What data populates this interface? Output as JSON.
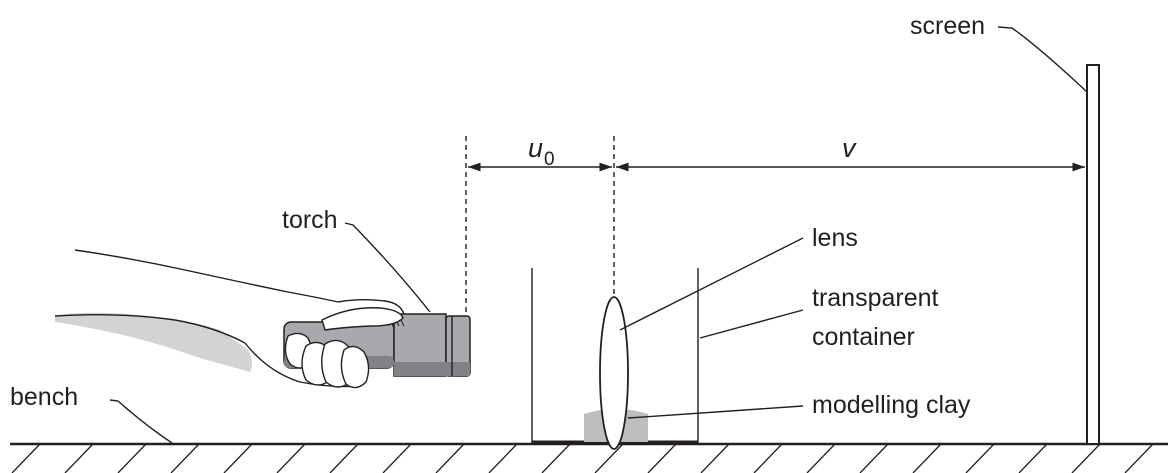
{
  "labels": {
    "screen": "screen",
    "torch": "torch",
    "lens": "lens",
    "container_line1": "transparent",
    "container_line2": "container",
    "clay": "modelling clay",
    "bench": "bench"
  },
  "dimensions": {
    "u_symbol": "u",
    "u_subscript": "0",
    "v_symbol": "v"
  },
  "colors": {
    "ink": "#231f20",
    "torch_body": "#a7a9ac",
    "torch_shade": "#808285",
    "clay": "#bcbec0",
    "skin_shadow": "#d1d3d4"
  }
}
